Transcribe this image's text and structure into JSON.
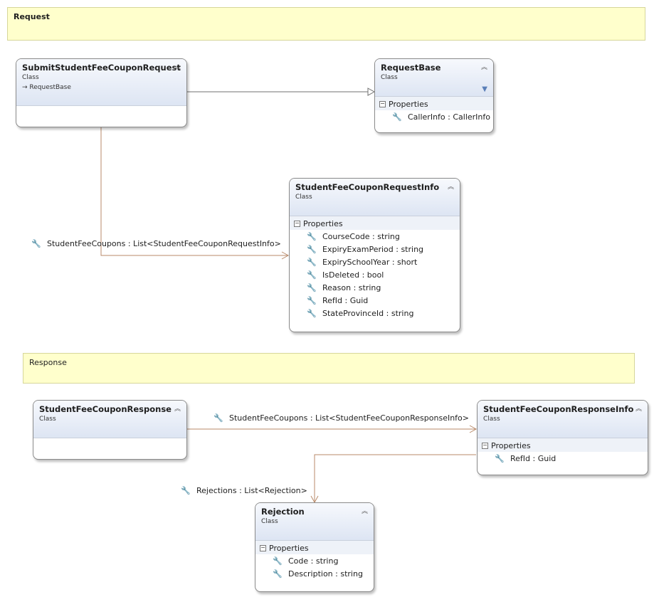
{
  "notes": {
    "request": "Request",
    "response": "Response"
  },
  "classes": {
    "submit_request": {
      "name": "SubmitStudentFeeCouponRequest",
      "kind": "Class",
      "inherits": "RequestBase"
    },
    "request_base": {
      "name": "RequestBase",
      "kind": "Class",
      "section": "Properties",
      "props": [
        "CallerInfo : CallerInfo"
      ]
    },
    "request_info": {
      "name": "StudentFeeCouponRequestInfo",
      "kind": "Class",
      "section": "Properties",
      "props": [
        "CourseCode : string",
        "ExpiryExamPeriod : string",
        "ExpirySchoolYear : short",
        "IsDeleted : bool",
        "Reason : string",
        "RefId : Guid",
        "StateProvinceId : string"
      ]
    },
    "response": {
      "name": "StudentFeeCouponResponse",
      "kind": "Class"
    },
    "response_info": {
      "name": "StudentFeeCouponResponseInfo",
      "kind": "Class",
      "section": "Properties",
      "props": [
        "RefId : Guid"
      ]
    },
    "rejection": {
      "name": "Rejection",
      "kind": "Class",
      "section": "Properties",
      "props": [
        "Code : string",
        "Description : string"
      ]
    }
  },
  "associations": {
    "request_coupons": "StudentFeeCoupons : List<StudentFeeCouponRequestInfo>",
    "response_coupons": "StudentFeeCoupons : List<StudentFeeCouponResponseInfo>",
    "rejections": "Rejections : List<Rejection>"
  },
  "colors": {
    "note_bg": "#ffffcc",
    "header_top": "#f7f9fd",
    "header_bottom": "#dde5f3",
    "association_line": "#b88a6a",
    "inheritance_line": "#707070"
  },
  "icons": {
    "collapse": "double-chevron-up-icon",
    "property": "wrench-icon",
    "section": "minus-box-icon",
    "filter": "filter-icon"
  }
}
